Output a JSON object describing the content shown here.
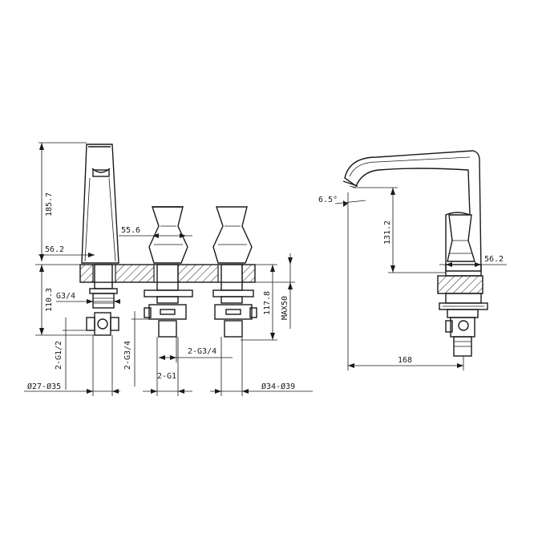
{
  "labels": {
    "height_total": "185.7",
    "spout_reach_left": "56.2",
    "handle_offset": "55.6",
    "below_deck": "110.3",
    "inlet_thread": "G3/4",
    "outlet_thread": "2-G1/2",
    "valve_thread_a": "2-G3/4",
    "valve_thread_b": "2-G3/4",
    "valve_thread_c": "2-G1",
    "hole_left": "Ø27-Ø35",
    "hole_right": "Ø34-Ø39",
    "shank_len": "117.8",
    "deck_max": "MAX50",
    "spout_angle": "6.5°",
    "spout_height": "131.2",
    "side_reach": "56.2",
    "spout_length": "168"
  },
  "colors": {
    "line": "#1a1a1a",
    "background": "#ffffff",
    "hatch": "#1a1a1a"
  }
}
